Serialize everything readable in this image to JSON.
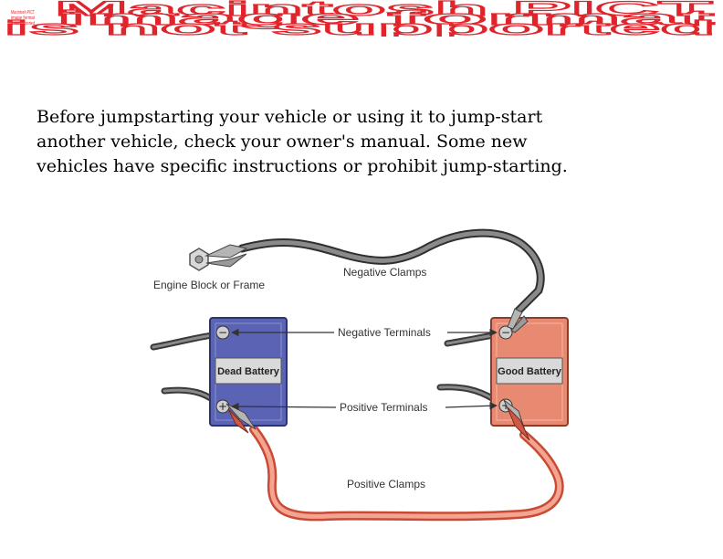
{
  "banner": {
    "lines": [
      "Macintosh PICT",
      "image format",
      "is not supported"
    ],
    "small_lines": [
      "Macintosh PICT",
      "image format",
      "is not supported"
    ],
    "color": "#e0242b"
  },
  "caption": {
    "text": "Before jumpstarting your vehicle or using it to jump-start another vehicle, check your owner's manual. Some new vehicles have specific instructions or prohibit jump-starting."
  },
  "diagram": {
    "labels": {
      "engine_block": "Engine Block or Frame",
      "negative_clamps": "Negative Clamps",
      "negative_terminals": "Negative Terminals",
      "positive_terminals": "Positive Terminals",
      "positive_clamps": "Positive Clamps",
      "dead_battery": "Dead Battery",
      "good_battery": "Good Battery"
    },
    "colors": {
      "dead_battery": "#5a63b4",
      "good_battery": "#e88a72",
      "negative_cable": "#5e5e5e",
      "positive_cable": "#e3694f"
    }
  }
}
